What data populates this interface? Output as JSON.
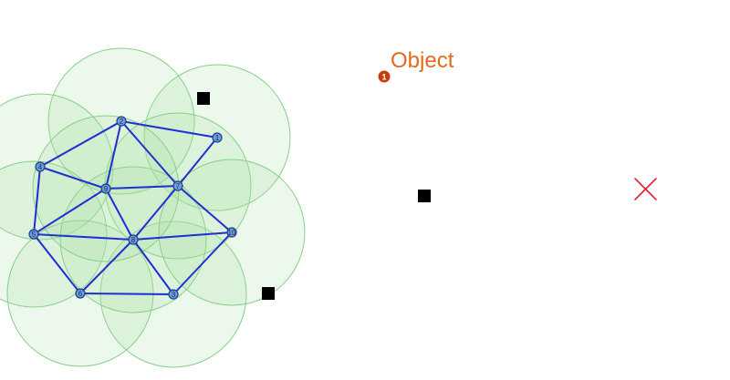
{
  "colors": {
    "range_fill": "#aae1a5",
    "range_stroke": "#86cf86",
    "edge": "#1f2fd6",
    "node_fill": "#6c9fd9",
    "node_stroke": "#1e3f8c",
    "obstacle": "#000000",
    "target": "#e8213b",
    "object_marker": "#c93c12",
    "object_label": "#e36a1c"
  },
  "object": {
    "marker_label": "1",
    "label": "Object"
  },
  "nodes": [
    {
      "id": "1",
      "label": "1"
    },
    {
      "id": "2",
      "label": "2"
    },
    {
      "id": "3",
      "label": "3"
    },
    {
      "id": "4",
      "label": "4"
    },
    {
      "id": "5",
      "label": "5"
    },
    {
      "id": "6",
      "label": "6"
    },
    {
      "id": "7",
      "label": "7"
    },
    {
      "id": "8",
      "label": "8"
    },
    {
      "id": "9",
      "label": "9"
    },
    {
      "id": "10",
      "label": "10"
    }
  ],
  "edges": [
    [
      "2",
      "1"
    ],
    [
      "2",
      "4"
    ],
    [
      "2",
      "9"
    ],
    [
      "2",
      "7"
    ],
    [
      "1",
      "7"
    ],
    [
      "4",
      "9"
    ],
    [
      "4",
      "5"
    ],
    [
      "9",
      "7"
    ],
    [
      "9",
      "5"
    ],
    [
      "9",
      "8"
    ],
    [
      "7",
      "8"
    ],
    [
      "7",
      "10"
    ],
    [
      "5",
      "8"
    ],
    [
      "5",
      "6"
    ],
    [
      "8",
      "10"
    ],
    [
      "8",
      "6"
    ],
    [
      "8",
      "3"
    ],
    [
      "6",
      "3"
    ],
    [
      "3",
      "10"
    ]
  ],
  "obstacles": [
    "obstacle-1",
    "obstacle-2",
    "obstacle-3"
  ],
  "target": "x-mark-icon"
}
